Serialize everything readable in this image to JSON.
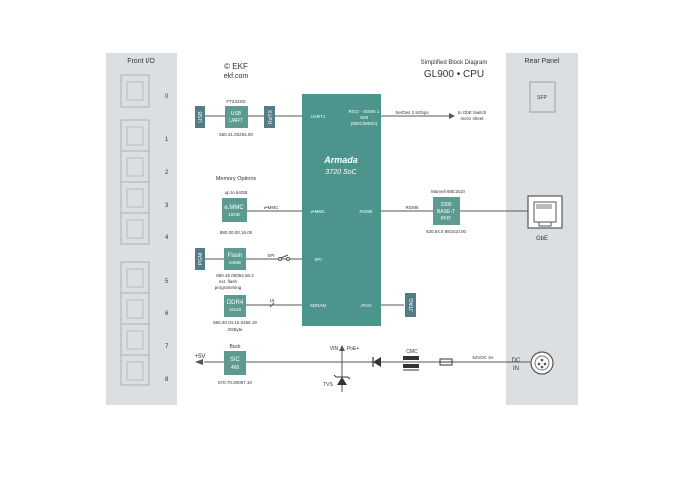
{
  "copyright": "© EKF",
  "website": "ekf.com",
  "diagram_title": "Simplified Block Diagram",
  "product": "GL900 • CPU",
  "front_panel": {
    "title": "Front I/O",
    "ports": [
      "0",
      "1",
      "2",
      "3",
      "4",
      "5",
      "6",
      "7",
      "8"
    ]
  },
  "rear_panel": {
    "title": "Rear Panel",
    "sfp_label": "SFP",
    "gbe_label": "GbE",
    "dc_label_1": "DC",
    "dc_label_2": "IN"
  },
  "soc": {
    "name": "Armada",
    "model": "3720 SoC"
  },
  "soc_ports": {
    "uart": "UART1",
    "sgmii": "RGO · SGMII 1",
    "smi": "SMI",
    "mdc": "(MDC/MDIO)",
    "emmc": "e•MMC",
    "rgmii": "RGMII",
    "spi": "SPI",
    "sdram": "SDRAM",
    "jtag": "JTAG"
  },
  "usb": {
    "tag": "USB",
    "chip": "FT234XD",
    "line1": "USB",
    "line2": "UART",
    "part": "650.41.00294.00",
    "rxtx": "Rx/TX"
  },
  "serdes": {
    "label": "SerDes 2.5Gbps",
    "dest1": "to GbE Switch",
    "dest2": "mezz sheet"
  },
  "memory": {
    "title": "Memory Options",
    "size": "up to 64GB",
    "line1": "e.MMC",
    "line2": "16GB",
    "part": "880.00.00.16.00",
    "bus": "e•MMC"
  },
  "phy": {
    "chip": "Marvell 88E1510",
    "line1": "1000",
    "line2": "BASE-T",
    "line3": "PHY",
    "part": "630.54.5 881510.00",
    "bus": "RGMII"
  },
  "flash": {
    "tag": "PGM",
    "line1": "Flash",
    "line2": "64MB",
    "part": "660.45.00064.50.2",
    "bus": "SPI",
    "note1": "ext. flash",
    "note2": "programming"
  },
  "ddr": {
    "line1": "DDR4",
    "line2": "16x16",
    "part": "660.40.04.16.0466.19",
    "size": "2GByte",
    "bus": "16"
  },
  "jtag_tag": "JTAG",
  "power": {
    "buck": "Buck",
    "out": "+5V",
    "line1": "SiC",
    "line2": "466",
    "part": "670.70.00067.10",
    "vin": "VIN",
    "poe": "PoE+",
    "tvs": "TVS",
    "cmc": "CMC",
    "input": "54VDC 3A"
  },
  "colors": {
    "soc": "#4b958d",
    "block": "#5d9a92",
    "port_tag": "#537c86",
    "panel": "#dcdfe1",
    "line": "#555555"
  }
}
